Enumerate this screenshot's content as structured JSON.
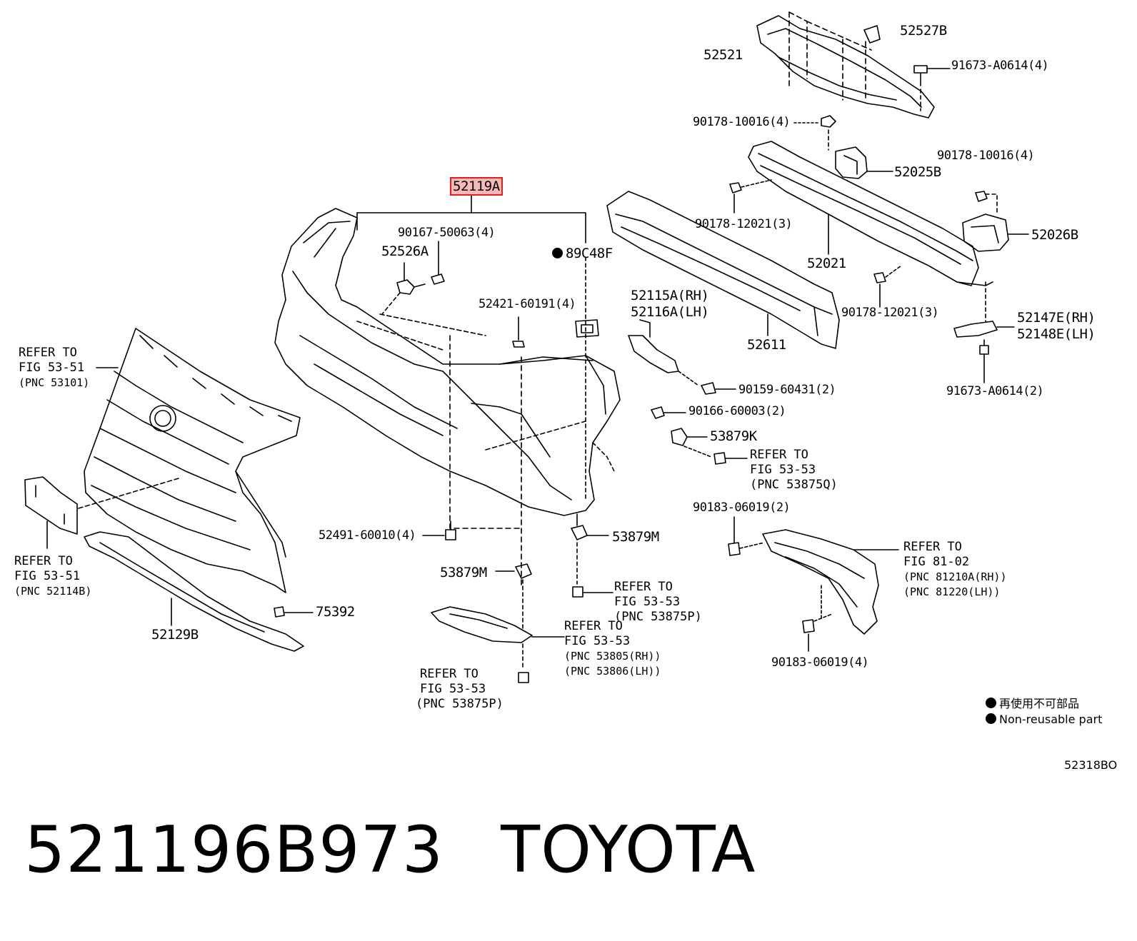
{
  "labels": {
    "p52527B": "52527B",
    "p52521": "52521",
    "p91673_top": "91673-A0614(4)",
    "p90178_10016_4": "90178-10016(4)",
    "p52025B": "52025B",
    "p90178_10016_4b": "90178-10016(4)",
    "p52119A": "52119A",
    "p90167": "90167-50063(4)",
    "p52526A": "52526A",
    "p89C48F": "89C48F",
    "p90178_12021_top": "90178-12021(3)",
    "p52026B": "52026B",
    "p52021": "52021",
    "p90178_12021_bot": "90178-12021(3)",
    "p52421": "52421-60191(4)",
    "p52115A": "52115A(RH)",
    "p52116A": "52116A(LH)",
    "p52611": "52611",
    "p52147E": "52147E(RH)",
    "p52148E": "52148E(LH)",
    "p90159": "90159-60431(2)",
    "p91673_bot": "91673-A0614(2)",
    "p90166": "90166-60003(2)",
    "p53879K": "53879K",
    "p52491": "52491-60010(4)",
    "p53879M_a": "53879M",
    "p53879M_b": "53879M",
    "p90183_top": "90183-06019(2)",
    "p90183_bot": "90183-06019(4)",
    "p75392": "75392",
    "p52129B": "52129B"
  },
  "refs": {
    "r53101": {
      "l1": "REFER TO",
      "l2": "FIG 53-51",
      "l3": "(PNC 53101)"
    },
    "r52114B": {
      "l1": "REFER TO",
      "l2": "FIG 53-51",
      "l3": "(PNC 52114B)"
    },
    "r53875Q": {
      "l1": "REFER TO",
      "l2": "FIG 53-53",
      "l3": "(PNC 53875Q)"
    },
    "r81": {
      "l1": "REFER TO",
      "l2": "FIG 81-02",
      "l3": "(PNC 81210A(RH))",
      "l4": "(PNC 81220(LH))"
    },
    "r53875P_a": {
      "l1": "REFER TO",
      "l2": "FIG 53-53",
      "l3": "(PNC 53875P)"
    },
    "r53805": {
      "l1": "REFER TO",
      "l2": "FIG 53-53",
      "l3": "(PNC 53805(RH))",
      "l4": "(PNC 53806(LH))"
    },
    "r53875P_b": {
      "l1": "REFER TO",
      "l2": "FIG 53-53",
      "l3": "(PNC 53875P)"
    }
  },
  "legend": {
    "jp": "再使用不可部品",
    "en": "Non-reusable part"
  },
  "figure_code": "52318BO",
  "footer": {
    "part_number": "521196B973",
    "brand": "TOYOTA"
  },
  "colors": {
    "ink": "#000000",
    "highlight_fill": "#f7b8b8",
    "highlight_border": "#e02020"
  }
}
